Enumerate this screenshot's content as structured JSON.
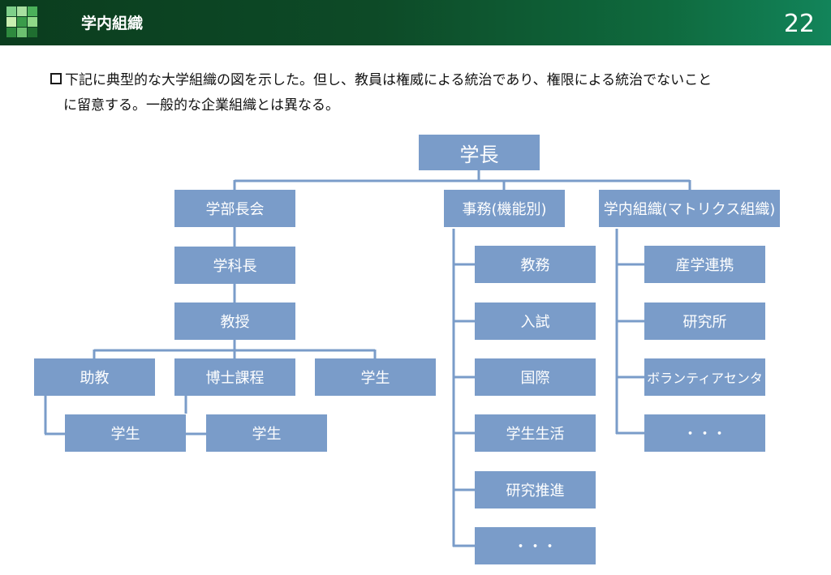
{
  "header": {
    "title": "学内組織",
    "page_number": "22"
  },
  "description": {
    "line1": "下記に典型的な大学組織の図を示した。但し、教員は権威による統治であり、権限による統治でないこと",
    "line2": "に留意する。一般的な企業組織とは異なる。"
  },
  "org": {
    "president": "学長",
    "faculty": {
      "council": "学部長会",
      "dept_head": "学科長",
      "professor": "教授",
      "assistant_prof": "助教",
      "doctoral": "博士課程",
      "student_right": "学生",
      "student_left": "学生",
      "student_mid": "学生"
    },
    "admin": {
      "title": "事務(機能別)",
      "items": [
        "教務",
        "入試",
        "国際",
        "学生生活",
        "研究推進",
        "・・・"
      ]
    },
    "matrix": {
      "title": "学内組織(マトリクス組織)",
      "items": [
        "産学連携",
        "研究所",
        "ボランティアセンタ",
        "・・・"
      ]
    }
  }
}
